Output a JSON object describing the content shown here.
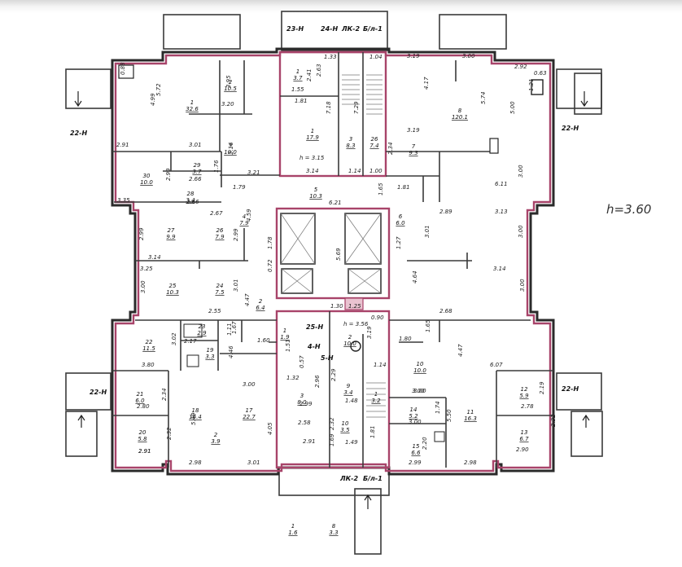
{
  "plan": {
    "height_label": "h=3.60",
    "tags": {
      "stair_top": "23-Н",
      "stair_top2": "24-Н",
      "lk2_top": "ЛК-2",
      "blk1_top": "Б/л-1",
      "lk2_bottom": "ЛК-2",
      "blk1_bottom": "Б/л-1",
      "left_top": "22-Н",
      "left_bottom": "22-Н",
      "right_top": "22-Н",
      "right_bottom": "22-Н",
      "center_25": "25-Н",
      "center_4": "4-Н",
      "center_5": "5-Н",
      "h315": "h = 3.15",
      "h356": "h = 3.56"
    },
    "rooms": [
      {
        "n": "1",
        "a": "32.6"
      },
      {
        "n": "2",
        "a": "10.5"
      },
      {
        "n": "3",
        "a": "10.0"
      },
      {
        "n": "1",
        "a": "3.7"
      },
      {
        "n": "1",
        "a": "17.9"
      },
      {
        "n": "3",
        "a": "8.3"
      },
      {
        "n": "26",
        "a": "7.4"
      },
      {
        "n": "7",
        "a": "9.3"
      },
      {
        "n": "8",
        "a": "120.1"
      },
      {
        "n": "30",
        "a": "10.0"
      },
      {
        "n": "29",
        "a": "3.7"
      },
      {
        "n": "28",
        "a": "3.4"
      },
      {
        "n": "5",
        "a": "10.3"
      },
      {
        "n": "4",
        "a": "7.9"
      },
      {
        "n": "6",
        "a": "6.0"
      },
      {
        "n": "27",
        "a": "9.9"
      },
      {
        "n": "26",
        "a": "7.9"
      },
      {
        "n": "25",
        "a": "10.3"
      },
      {
        "n": "24",
        "a": "7.5"
      },
      {
        "n": "2",
        "a": "6.4"
      },
      {
        "n": "23",
        "a": "2.9"
      },
      {
        "n": "22",
        "a": "11.5"
      },
      {
        "n": "19",
        "a": "3.3"
      },
      {
        "n": "1",
        "a": "1.9"
      },
      {
        "n": "2",
        "a": "10.0"
      },
      {
        "n": "10",
        "a": "10.0"
      },
      {
        "n": "21",
        "a": "6.0"
      },
      {
        "n": "18",
        "a": "16.4"
      },
      {
        "n": "17",
        "a": "22.7"
      },
      {
        "n": "3",
        "a": "8.0"
      },
      {
        "n": "9",
        "a": "3.4"
      },
      {
        "n": "1",
        "a": "3.2"
      },
      {
        "n": "12",
        "a": "5.9"
      },
      {
        "n": "14",
        "a": "5.2"
      },
      {
        "n": "11",
        "a": "16.3"
      },
      {
        "n": "20",
        "a": "5.8"
      },
      {
        "n": "2",
        "a": "3.9"
      },
      {
        "n": "10",
        "a": "3.5"
      },
      {
        "n": "15",
        "a": "6.6"
      },
      {
        "n": "13",
        "a": "6.7"
      },
      {
        "n": "1",
        "a": "1.6"
      },
      {
        "n": "8",
        "a": "3.3"
      }
    ],
    "dims": [
      "1.33",
      "1.04",
      "3.19",
      "3.00",
      "2.92",
      "0.63",
      "0.88",
      "5.72",
      "4.99",
      "3.95",
      "3.20",
      "2.41",
      "2.63",
      "1.55",
      "1.81",
      "7.18",
      "7.29",
      "4.17",
      "5.74",
      "5.00",
      "1.21",
      "2.91",
      "3.01",
      "3.16",
      "3.19",
      "2.99",
      "2.66",
      "1.76",
      "3.21",
      "3.14",
      "1.14",
      "1.00",
      "2.34",
      "3.35",
      "2.66",
      "1.79",
      "6.21",
      "1.65",
      "1.81",
      "6.11",
      "3.00",
      "2.67",
      "4.59",
      "2.89",
      "3.13",
      "2.99",
      "2.99",
      "3.14",
      "3.25",
      "1.78",
      "0.72",
      "5.69",
      "1.27",
      "3.01",
      "3.00",
      "3.14",
      "4.64",
      "3.00",
      "3.00",
      "3.01",
      "4.47",
      "2.55",
      "1.30",
      "1.25",
      "0.90",
      "2.68",
      "1.11",
      "1.67",
      "1.60",
      "3.02",
      "2.17",
      "3.80",
      "4.46",
      "1.51",
      "0.57",
      "3.19",
      "1.14",
      "1.80",
      "1.65",
      "4.47",
      "6.07",
      "3.00",
      "2.96",
      "2.29",
      "1.48",
      "3.00",
      "2.80",
      "2.34",
      "2.91",
      "5.49",
      "4.05",
      "1.32",
      "2.99",
      "2.32",
      "3.00",
      "1.74",
      "5.50",
      "2.19",
      "2.78",
      "2.32",
      "2.91",
      "2.32",
      "2.98",
      "3.01",
      "2.58",
      "2.91",
      "1.69",
      "1.49",
      "1.81",
      "2.99",
      "2.20",
      "2.98",
      "2.90",
      "3.00"
    ]
  }
}
